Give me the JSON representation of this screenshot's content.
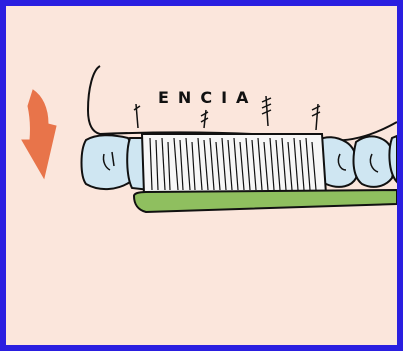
{
  "illustration": {
    "gum_label": "ENCIA",
    "frame_color": "#2a1ee0",
    "background_color": "#fbe6dc",
    "arrow_color": "#e8744a",
    "toothbrush_handle_color": "#8fbf5f",
    "tooth_tint_color": "#cfe6f2",
    "icons": {
      "arrow": "arrow-down-curved-icon",
      "gum": "gum-line-outline",
      "bristles": "toothbrush-bristles",
      "handle": "toothbrush-handle",
      "teeth": "tooth-icon"
    }
  }
}
